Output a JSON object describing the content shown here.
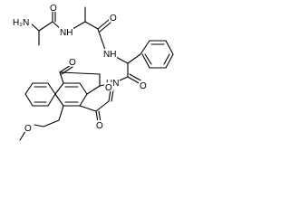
{
  "molecule": {
    "atoms": {
      "h2n": "H₂N",
      "nh_1": "NH",
      "nh_2": "NH",
      "nh_3": "HN",
      "o_1": "O",
      "o_2": "O",
      "o_3": "O",
      "o_4": "O",
      "o_5": "O",
      "o_6": "O",
      "ome": "O"
    }
  }
}
